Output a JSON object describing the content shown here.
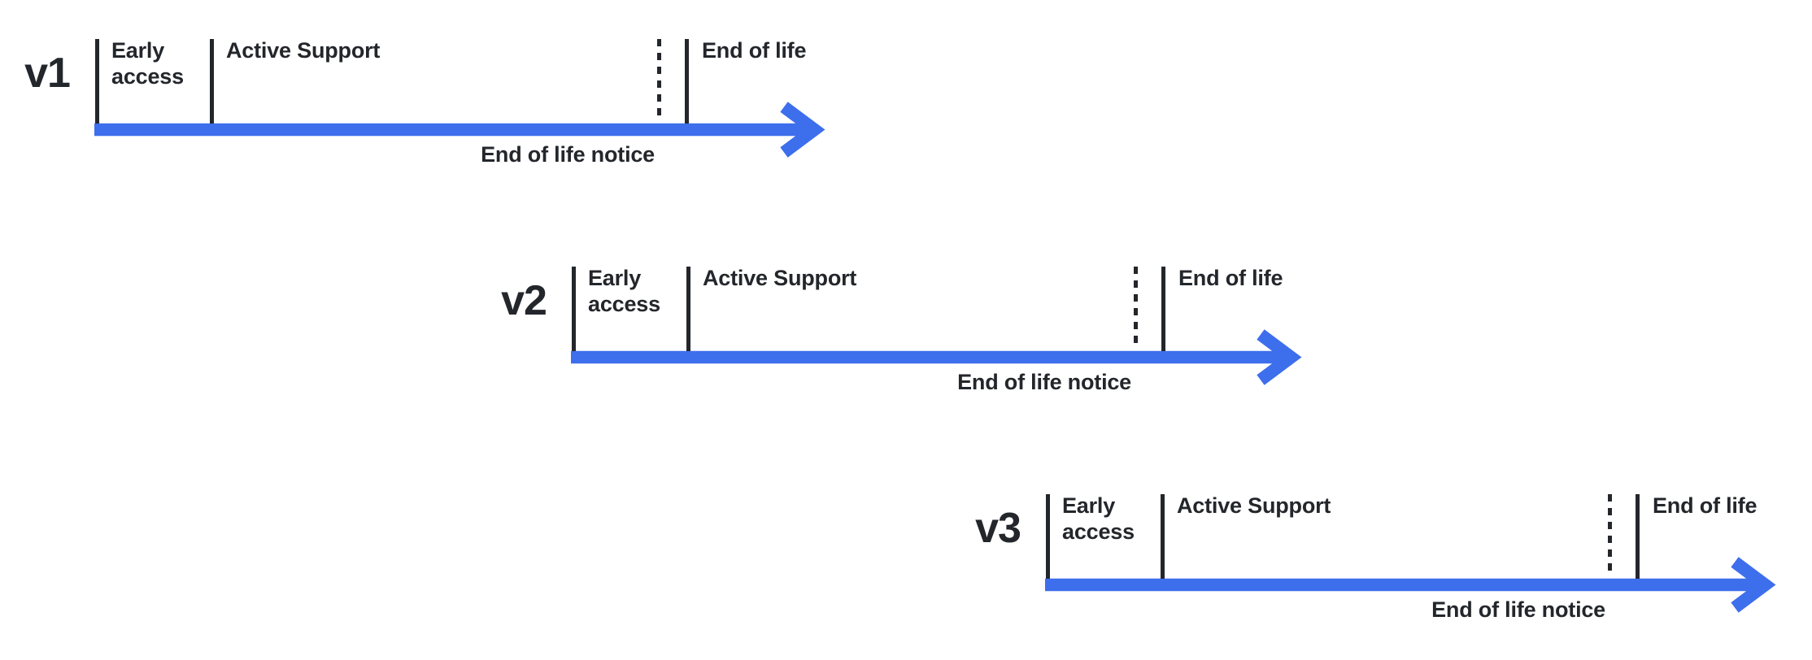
{
  "diagram": {
    "colors": {
      "arrow": "#3d6eec",
      "line": "#23262b",
      "text": "#23262b"
    },
    "timelines": [
      {
        "version": "v1",
        "phases": {
          "early_access": "Early access",
          "active_support": "Active Support",
          "end_of_life": "End of life"
        },
        "notice": "End of life notice"
      },
      {
        "version": "v2",
        "phases": {
          "early_access": "Early access",
          "active_support": "Active Support",
          "end_of_life": "End of life"
        },
        "notice": "End of life notice"
      },
      {
        "version": "v3",
        "phases": {
          "early_access": "Early access",
          "active_support": "Active Support",
          "end_of_life": "End of life"
        },
        "notice": "End of life notice"
      }
    ]
  }
}
